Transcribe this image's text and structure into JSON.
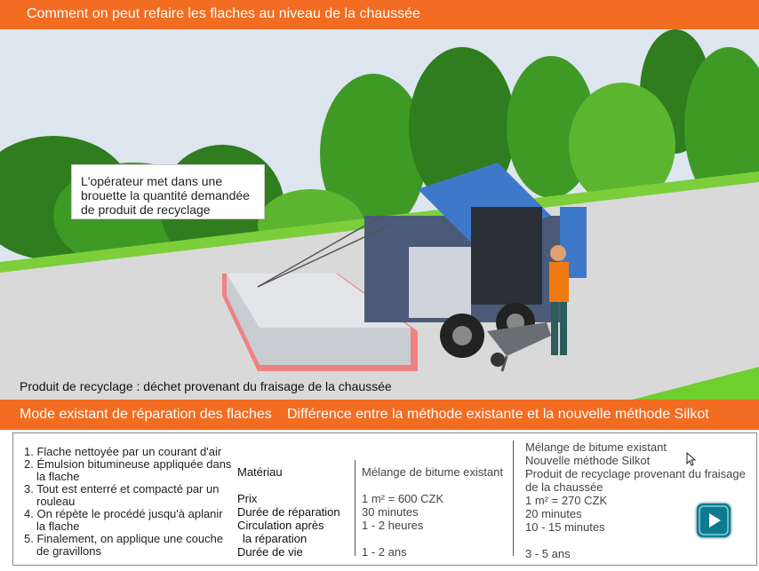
{
  "header": {
    "title": "Comment on peut refaire les flaches au niveau de la chaussée"
  },
  "scene": {
    "callout": "L'opérateur met dans une brouette la quantité demandée de produit de recyclage",
    "caption": "Produit de recyclage : déchet provenant du fraisage de la chaussée"
  },
  "section": {
    "left_title": "Mode existant de réparation des flaches",
    "right_title": "Différence entre la méthode existante et la nouvelle méthode Silkot"
  },
  "steps": [
    "1. Flache nettoyée par un courant d'air",
    "2. Émulsion bitumineuse appliquée dans la flache",
    "3. Tout est enterré et compacté par un rouleau",
    "4. On répète le procédé jusqu'à aplanir la flache",
    "5. Finalement, on applique une couche de gravillons"
  ],
  "comparison": {
    "labels": {
      "material": "Matériau",
      "price": "Prix",
      "duration": "Durée de réparation",
      "traffic": "Circulation après",
      "traffic2": "la réparation",
      "lifetime": "Durée de vie"
    },
    "existing": {
      "material": "Mélange de bitume existant",
      "price": "1 m² = 600 CZK",
      "duration": "30 minutes",
      "traffic": "1 - 2 heures",
      "lifetime": "1 - 2 ans"
    },
    "silkot": {
      "material_lines": [
        "Mélange de bitume existant",
        "Nouvelle méthode Silkot",
        "Produit de recyclage provenant du fraisage",
        "de la chaussée"
      ],
      "price": "1 m² = 270 CZK",
      "duration": "20 minutes",
      "traffic": "10 - 15 minutes",
      "lifetime": "3 - 5 ans"
    }
  },
  "colors": {
    "accent": "#f26c21",
    "play": "#0f7a8f"
  },
  "icons": {
    "play": "play-icon",
    "cursor": "cursor-icon"
  }
}
